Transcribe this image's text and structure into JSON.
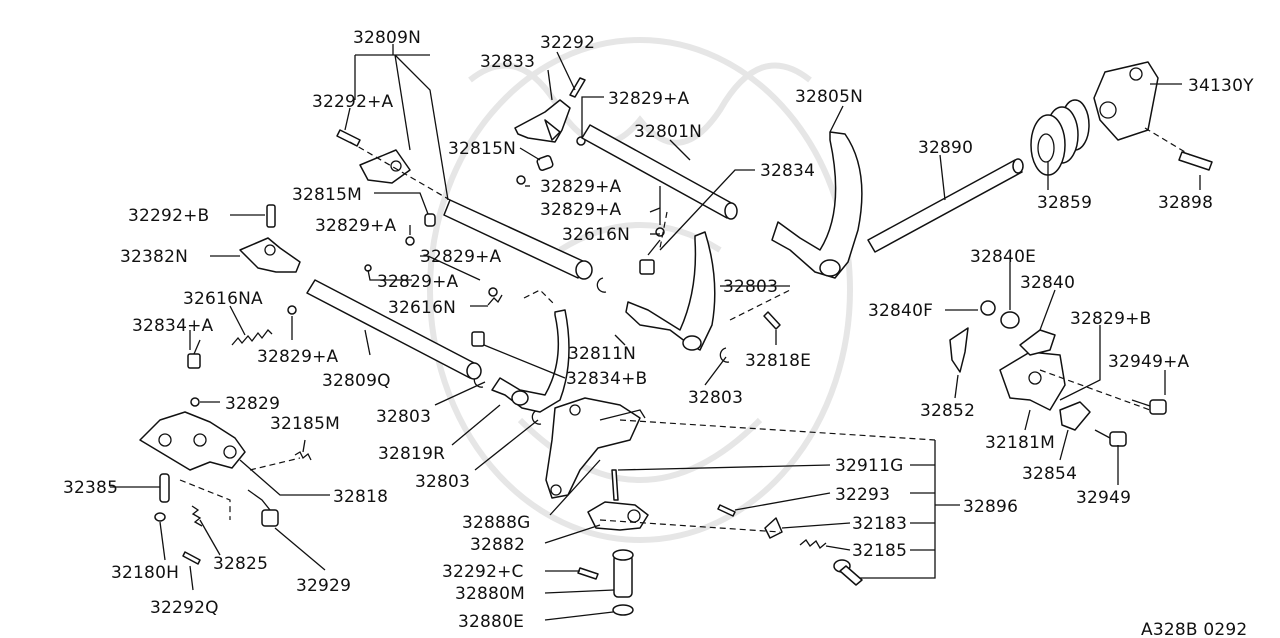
{
  "diagram": {
    "code": "A328B 0292",
    "labels": {
      "l32809N": "32809N",
      "l32292": "32292",
      "l32833": "32833",
      "l32292A": "32292+A",
      "l32829A_1": "32829+A",
      "l32805N": "32805N",
      "l34130Y": "34130Y",
      "l32801N": "32801N",
      "l32815N": "32815N",
      "l32890": "32890",
      "l32834": "32834",
      "l32829A_2": "32829+A",
      "l32829A_3": "32829+A",
      "l32815M": "32815M",
      "l32859": "32859",
      "l32898": "32898",
      "l32292B": "32292+B",
      "l32829A_4": "32829+A",
      "l32616N_1": "32616N",
      "l32382N": "32382N",
      "l32829A_5": "32829+A",
      "l32840E": "32840E",
      "l32803_1": "32803",
      "l32829A_6": "32829+A",
      "l32840": "32840",
      "l32616NA": "32616NA",
      "l32616N_2": "32616N",
      "l32840F": "32840F",
      "l32829B": "32829+B",
      "l32834A": "32834+A",
      "l32829A_7": "32829+A",
      "l32811N": "32811N",
      "l32949A": "32949+A",
      "l32834B": "32834+B",
      "l32818E": "32818E",
      "l32809Q": "32809Q",
      "l32852": "32852",
      "l32803_2": "32803",
      "l32803_3": "32803",
      "l32829": "32829",
      "l32185M": "32185M",
      "l32181M": "32181M",
      "l32819R": "32819R",
      "l32911G": "32911G",
      "l32854": "32854",
      "l32385": "32385",
      "l32803_4": "32803",
      "l32818": "32818",
      "l32293": "32293",
      "l32949": "32949",
      "l32896": "32896",
      "l32888G": "32888G",
      "l32183": "32183",
      "l32882": "32882",
      "l32825": "32825",
      "l32185": "32185",
      "l32180H": "32180H",
      "l32292C": "32292+C",
      "l32929": "32929",
      "l32880M": "32880M",
      "l32292Q": "32292Q",
      "l32880E": "32880E"
    }
  }
}
